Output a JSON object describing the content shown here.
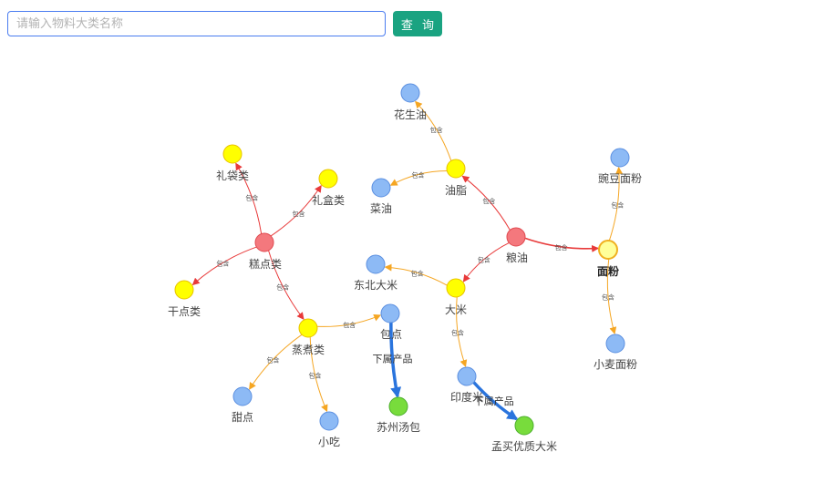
{
  "search": {
    "placeholder": "请输入物料大类名称",
    "value": "",
    "button_label": "查 询"
  },
  "legend_colors": {
    "red": "#f4787d",
    "yellow": "#ffff00",
    "blue": "#8dbaf5",
    "green": "#78dc3c",
    "light_yellow": "#ffff99",
    "edge_red": "#e83a3a",
    "edge_orange": "#f5a623",
    "edge_blue": "#2a74dd"
  },
  "nodes": [
    {
      "id": "liangyou",
      "label": "粮油",
      "type": "red"
    },
    {
      "id": "mianfen",
      "label": "面粉",
      "type": "light_yellow",
      "bold": true
    },
    {
      "id": "youzhi",
      "label": "油脂",
      "type": "yellow"
    },
    {
      "id": "dami",
      "label": "大米",
      "type": "yellow"
    },
    {
      "id": "huashengyou",
      "label": "花生油",
      "type": "blue"
    },
    {
      "id": "caiyou",
      "label": "菜油",
      "type": "blue"
    },
    {
      "id": "dongbeidami",
      "label": "东北大米",
      "type": "blue"
    },
    {
      "id": "yindumi",
      "label": "印度米",
      "type": "blue"
    },
    {
      "id": "wandoumianfen",
      "label": "豌豆面粉",
      "type": "blue"
    },
    {
      "id": "xiaomaimianfen",
      "label": "小麦面粉",
      "type": "blue"
    },
    {
      "id": "mengmaiyouzhidami",
      "label": "孟买优质大米",
      "type": "green"
    },
    {
      "id": "gaodianlei",
      "label": "糕点类",
      "type": "red"
    },
    {
      "id": "lidailei",
      "label": "礼袋类",
      "type": "yellow"
    },
    {
      "id": "lihelei",
      "label": "礼盒类",
      "type": "yellow"
    },
    {
      "id": "gandianlei",
      "label": "干点类",
      "type": "yellow"
    },
    {
      "id": "zhengzhulei",
      "label": "蒸煮类",
      "type": "yellow"
    },
    {
      "id": "baodian",
      "label": "包点",
      "type": "blue"
    },
    {
      "id": "tiandian",
      "label": "甜点",
      "type": "blue"
    },
    {
      "id": "xiaochi",
      "label": "小吃",
      "type": "blue"
    },
    {
      "id": "suzhoutangbao",
      "label": "苏州汤包",
      "type": "green"
    }
  ],
  "edges": [
    {
      "from": "liangyou",
      "to": "mianfen",
      "label": "包含",
      "kind": "red"
    },
    {
      "from": "liangyou",
      "to": "youzhi",
      "label": "包含",
      "kind": "red"
    },
    {
      "from": "liangyou",
      "to": "dami",
      "label": "包含",
      "kind": "red"
    },
    {
      "from": "youzhi",
      "to": "huashengyou",
      "label": "包含",
      "kind": "orange"
    },
    {
      "from": "youzhi",
      "to": "caiyou",
      "label": "包含",
      "kind": "orange"
    },
    {
      "from": "dami",
      "to": "dongbeidami",
      "label": "包含",
      "kind": "orange"
    },
    {
      "from": "dami",
      "to": "yindumi",
      "label": "包含",
      "kind": "orange"
    },
    {
      "from": "mianfen",
      "to": "wandoumianfen",
      "label": "包含",
      "kind": "orange"
    },
    {
      "from": "mianfen",
      "to": "xiaomaimianfen",
      "label": "包含",
      "kind": "orange"
    },
    {
      "from": "yindumi",
      "to": "mengmaiyouzhidami",
      "label": "下属产品",
      "kind": "blue"
    },
    {
      "from": "gaodianlei",
      "to": "lidailei",
      "label": "包含",
      "kind": "red"
    },
    {
      "from": "gaodianlei",
      "to": "lihelei",
      "label": "包含",
      "kind": "red"
    },
    {
      "from": "gaodianlei",
      "to": "gandianlei",
      "label": "包含",
      "kind": "red"
    },
    {
      "from": "gaodianlei",
      "to": "zhengzhulei",
      "label": "包含",
      "kind": "red"
    },
    {
      "from": "zhengzhulei",
      "to": "baodian",
      "label": "包含",
      "kind": "orange"
    },
    {
      "from": "zhengzhulei",
      "to": "tiandian",
      "label": "包含",
      "kind": "orange"
    },
    {
      "from": "zhengzhulei",
      "to": "xiaochi",
      "label": "包含",
      "kind": "orange"
    },
    {
      "from": "baodian",
      "to": "suzhoutangbao",
      "label": "下属产品",
      "kind": "blue"
    }
  ]
}
